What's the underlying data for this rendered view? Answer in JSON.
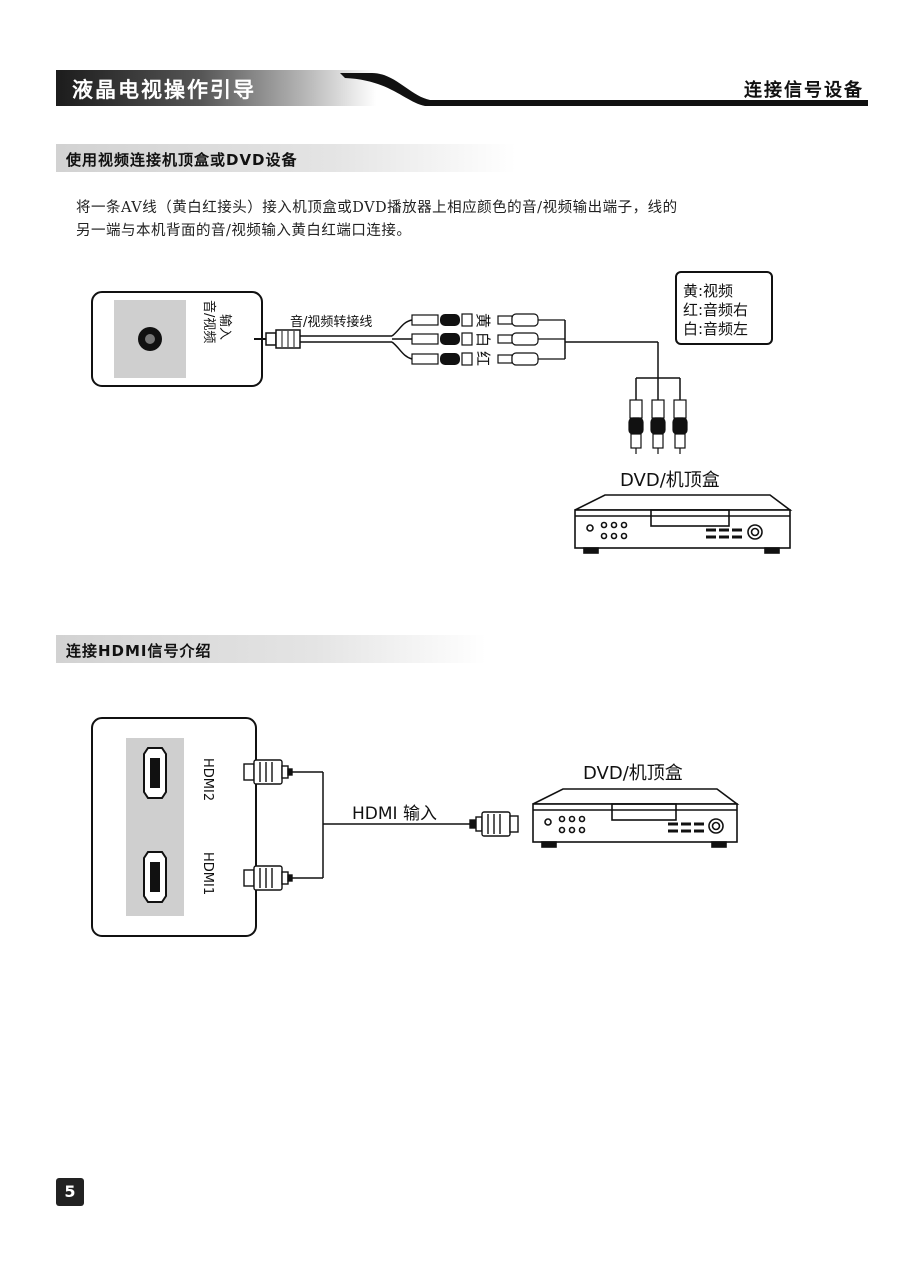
{
  "header": {
    "title": "液晶电视操作引导",
    "section": "连接信号设备"
  },
  "section_av": {
    "title": "使用视频连接机顶盒或DVD设备",
    "line1": "将一条AV线（黄白红接头）接入机顶盒或DVD播放器上相应颜色的音/视频输出端子，线的",
    "line2": "另一端与本机背面的音/视频输入黄白红端口连接。",
    "diagram": {
      "input_label_line1": "音/视频",
      "input_label_line2": "输入",
      "cable_label": "音/视频转接线",
      "plug_labels": [
        "黄",
        "白",
        "红"
      ],
      "legend": [
        "黄:视频",
        "红:音频右",
        "白:音频左"
      ],
      "device_label": "DVD/机顶盒"
    }
  },
  "section_hdmi": {
    "title": "连接HDMI信号介绍",
    "diagram": {
      "port_labels": [
        "HDMI2",
        "HDMI1"
      ],
      "cable_label": "HDMI 输入",
      "device_label": "DVD/机顶盒"
    }
  },
  "footer": {
    "page_number": "5"
  }
}
